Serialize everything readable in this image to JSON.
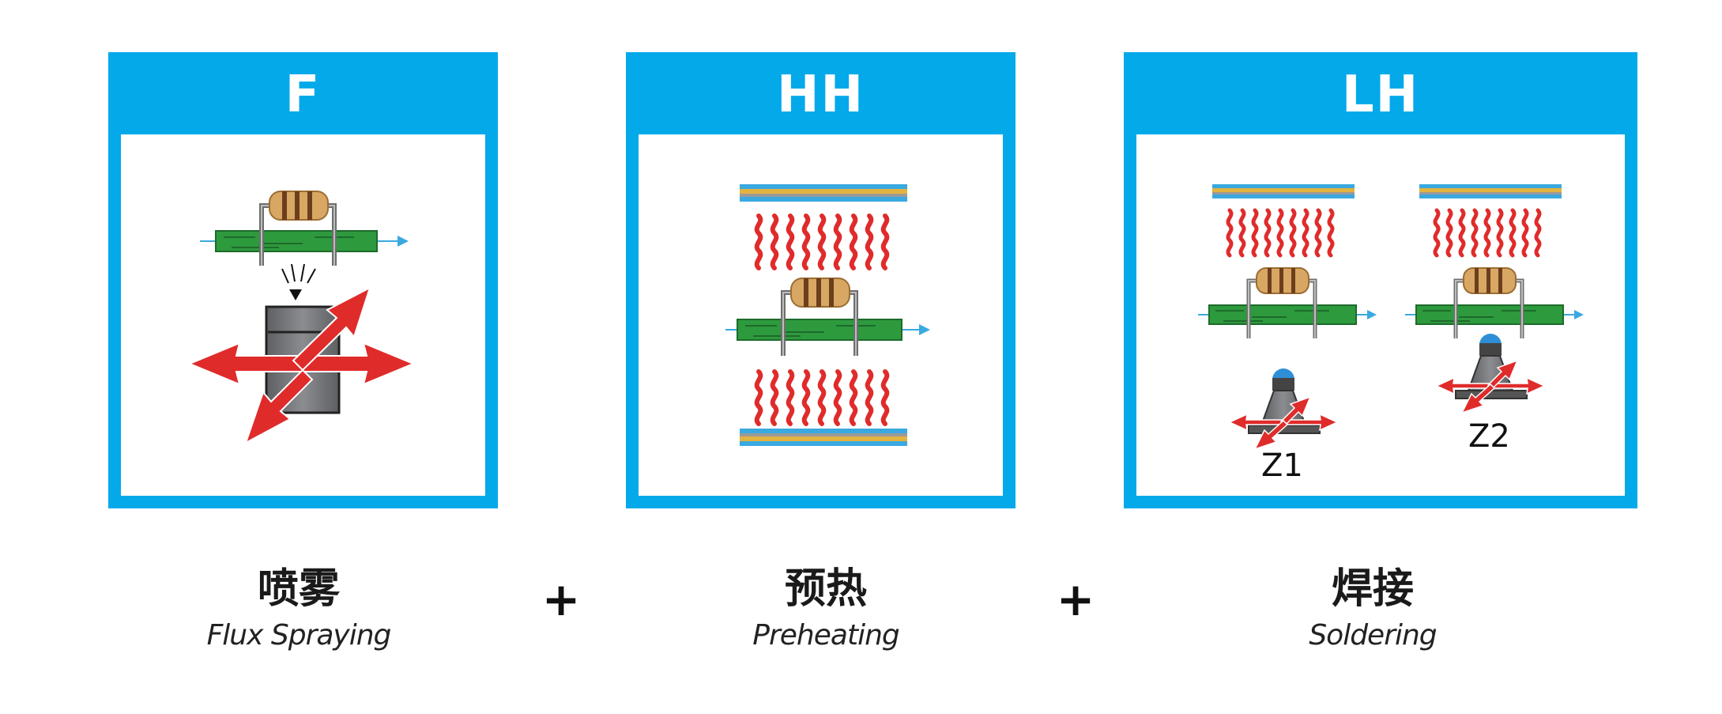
{
  "panels": [
    {
      "code": "F",
      "label_cn": "喷雾",
      "label_en": "Flux Spraying"
    },
    {
      "code": "HH",
      "label_cn": "预热",
      "label_en": "Preheating"
    },
    {
      "code": "LH",
      "label_cn": "焊接",
      "label_en": "Soldering",
      "zones": [
        "Z1",
        "Z2"
      ]
    }
  ],
  "separators": [
    "+",
    "+"
  ],
  "colors": {
    "frame_blue": "#04a9e9",
    "heat_red": "#e02b2b",
    "arrow_red": "#e02b2b",
    "pcb_green": "#2e9a3e",
    "resistor_tan": "#d9a764",
    "nozzle_gray": "#7b7d80",
    "nozzle_tip_blue": "#2f8fd6",
    "heater_blue": "#3aa9e0",
    "heater_gold": "#e2b33f"
  }
}
